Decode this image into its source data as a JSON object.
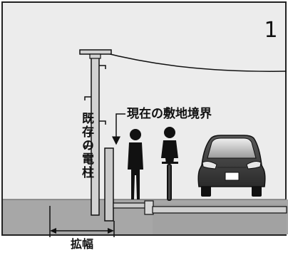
{
  "panel_number": "1",
  "labels": {
    "existing_pole": "既存の電柱",
    "boundary": "現在の敷地境界",
    "widening": "拡幅"
  },
  "colors": {
    "sky": "#ececec",
    "frame": "#222222",
    "ground": "#a7a7a7",
    "pole": "#d2d2d2",
    "silhouette": "#111111"
  }
}
